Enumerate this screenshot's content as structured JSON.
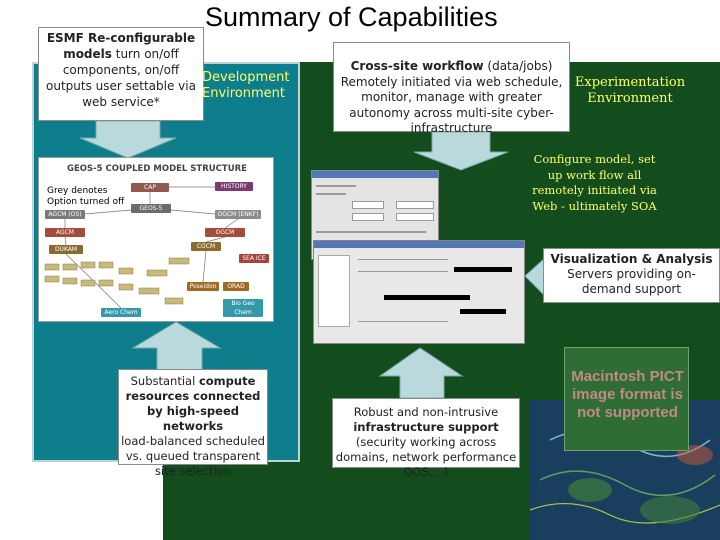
{
  "title": "Summary of Capabilities",
  "esmf": {
    "bold": "ESMF Re-configurable models",
    "rest": " turn on/off components, on/off outputs user settable via web service*"
  },
  "development_env": "Development Environment",
  "cross_site": {
    "bold": "Cross-site workflow",
    "normal": " (data/jobs)",
    "desc": "Remotely initiated via web schedule, monitor, manage with greater autonomy across multi-site cyber-infrastructure"
  },
  "experimentation_env": "Experimentation Environment",
  "configure": "Configure model, set up work flow all remotely initiated via Web - ultimately SOA",
  "viz": {
    "bold": "Visualization & Analysis",
    "desc": "Servers providing on-demand support"
  },
  "compute": {
    "pre": "Substantial ",
    "bold": "compute resources connected by high-speed networks",
    "desc": "load-balanced scheduled vs. queued transparent site selection"
  },
  "robust": {
    "pre": "Robust and non-intrusive ",
    "bold": "infrastructure support",
    "desc": "(security working across domains, network performance QOS,…)"
  },
  "geos": {
    "title": "GEOS-5 COUPLED MODEL STRUCTURE",
    "grey_note": "Grey denotes Option turned off",
    "components": [
      "CAP",
      "HISTORY",
      "GEOS-5",
      "AGCM (OS)",
      "OGCM (ENKF)",
      "AGCM",
      "OGCM",
      "DUKAM",
      "COCM",
      "SEA ICE",
      "Poseidon",
      "ORAD",
      "Bio Geo Chem",
      "Aero Chem"
    ]
  },
  "pict": "Macintosh PICT image format is not supported",
  "colors": {
    "green": "#134d1e",
    "teal": "#0e7d8c",
    "yellow": "#ffff66"
  }
}
